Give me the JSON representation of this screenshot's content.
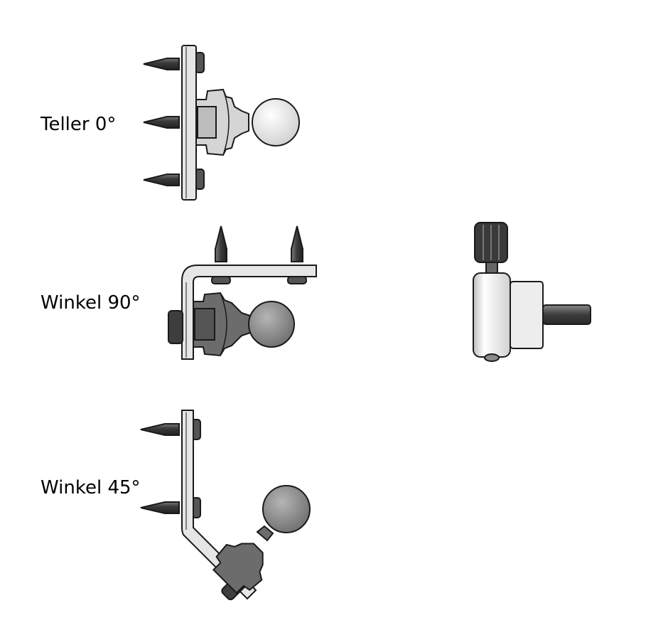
{
  "labels": {
    "teller": "Teller 0°",
    "winkel_90": "Winkel 90°",
    "winkel_45": "Winkel 45°"
  },
  "colors": {
    "outline": "#1a1a1a",
    "metal_light": "#e6e6e6",
    "metal_mid": "#bdbdbd",
    "dark_part": "#4a4a4a",
    "ball_light": "#dedede",
    "ball_dark": "#8a8a8a"
  }
}
